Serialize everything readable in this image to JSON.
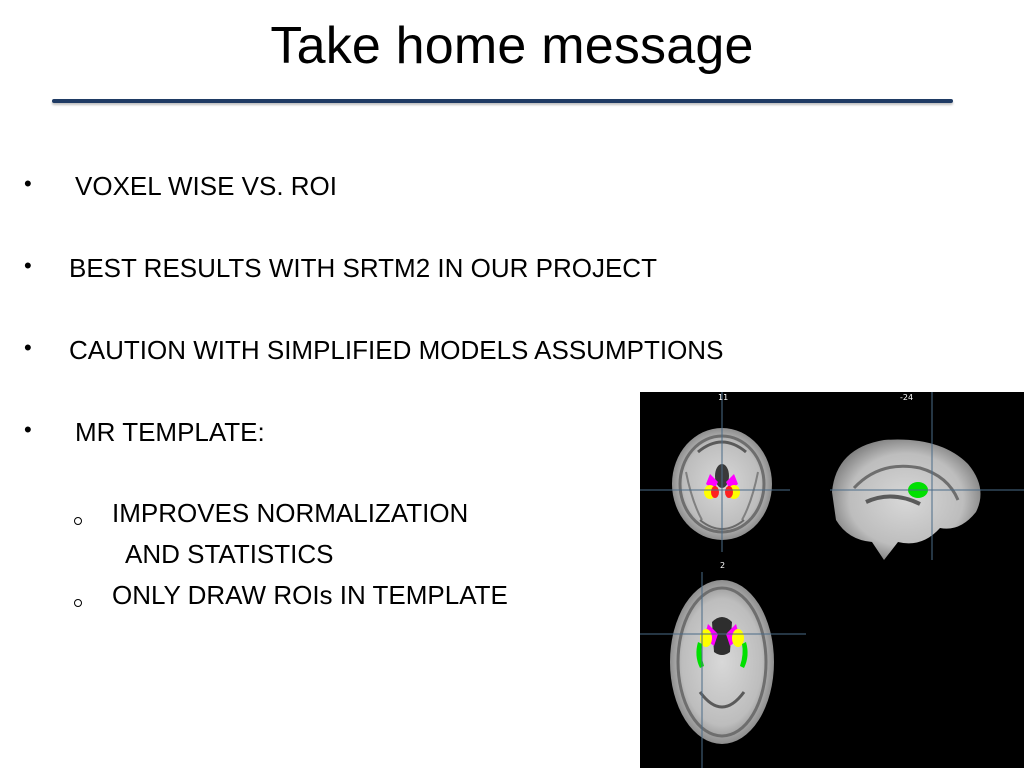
{
  "slide": {
    "title": "Take home message",
    "bullets": [
      "VOXEL WISE VS. ROI",
      "BEST RESULTS WITH SRTM2 IN OUR PROJECT",
      "CAUTION WITH SIMPLIFIED MODELS ASSUMPTIONS",
      "MR TEMPLATE:"
    ],
    "sub_bullets": [
      {
        "line1": "IMPROVES NORMALIZATION",
        "line2": "AND STATISTICS"
      },
      {
        "line1": "ONLY DRAW ROIs IN TEMPLATE"
      }
    ]
  },
  "brain_image": {
    "coronal_label": "11",
    "sagittal_label": "-24",
    "axial_label": "2",
    "roi_colors": {
      "caudate": "#ff00ff",
      "putamen": "#ffff00",
      "red_roi": "#ff2020",
      "green_roi": "#00e000"
    }
  }
}
